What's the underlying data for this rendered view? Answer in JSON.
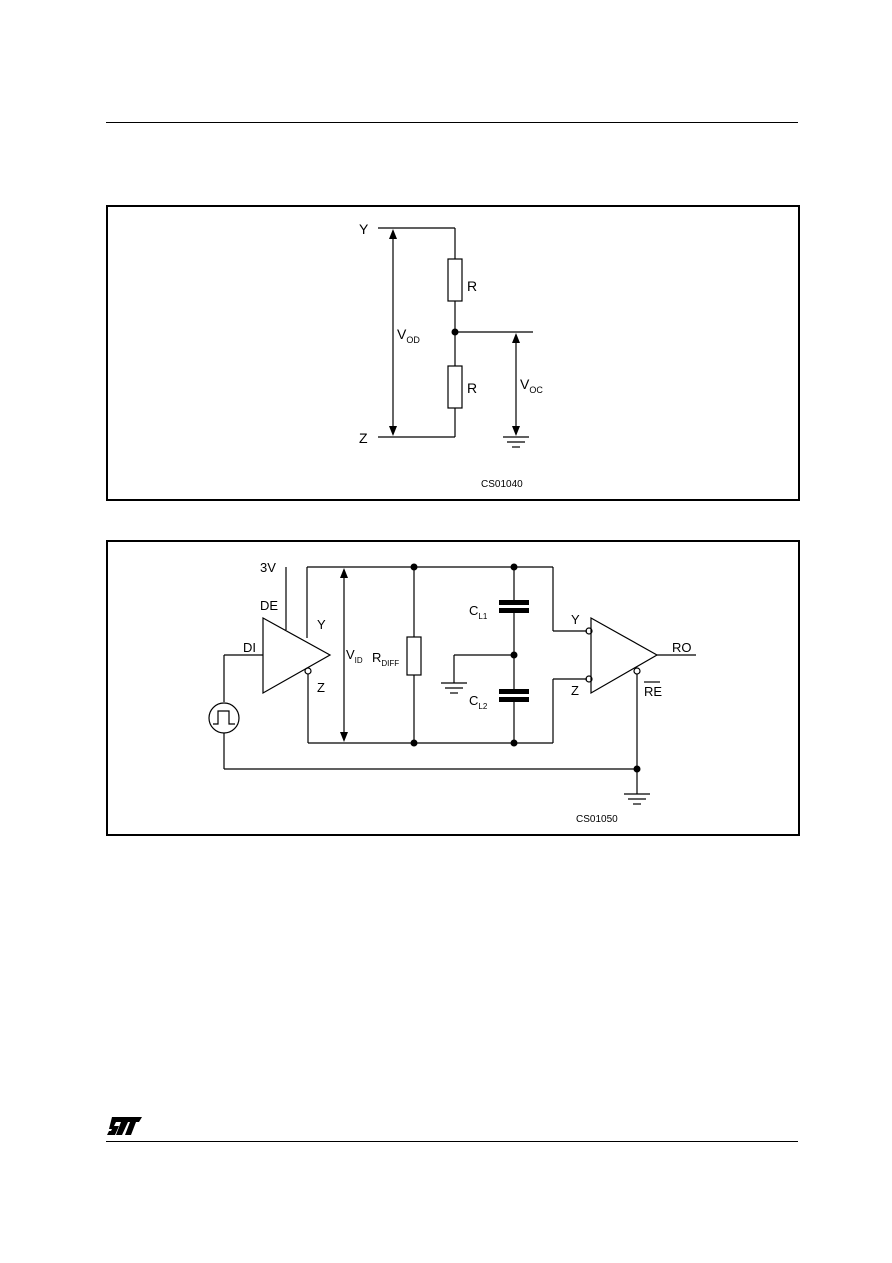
{
  "figure1": {
    "code": "CS01040",
    "labels": {
      "y": "Y",
      "z": "Z",
      "r_top": "R",
      "r_bottom": "R",
      "vod_main": "V",
      "vod_sub": "OD",
      "voc_main": "V",
      "voc_sub": "OC"
    }
  },
  "figure2": {
    "code": "CS01050",
    "labels": {
      "supply": "3V",
      "de": "DE",
      "di": "DI",
      "driver_y": "Y",
      "driver_z": "Z",
      "vid_main": "V",
      "vid_sub": "ID",
      "rdiff_main": "R",
      "rdiff_sub": "DIFF",
      "cl1_main": "C",
      "cl1_sub": "L1",
      "cl2_main": "C",
      "cl2_sub": "L2",
      "receiver_y": "Y",
      "receiver_z": "Z",
      "ro": "RO",
      "re": "RE"
    }
  },
  "footer": {
    "logo": "ST"
  }
}
